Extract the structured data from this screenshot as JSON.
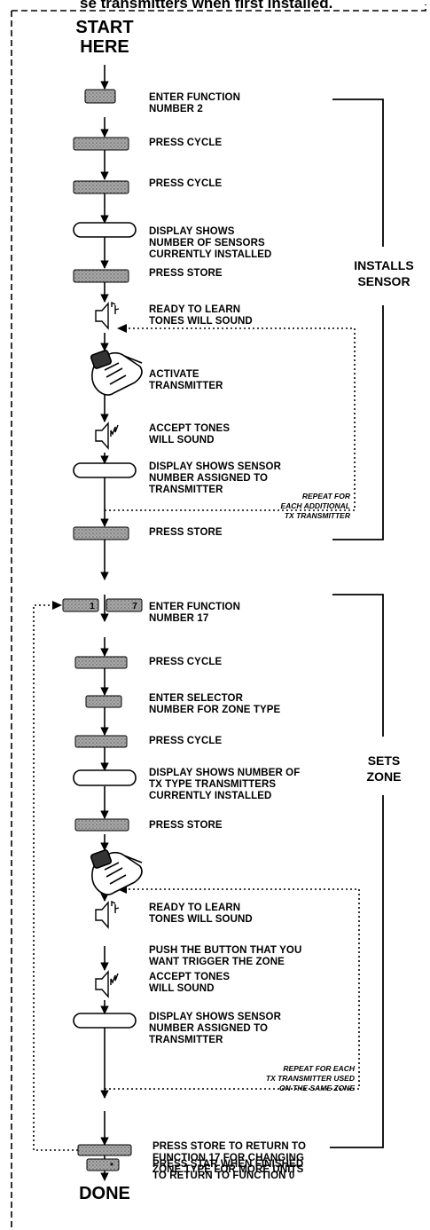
{
  "header": "se transmitters when first installed.",
  "start": "START\nHERE",
  "done": "DONE",
  "sections": {
    "installs": "INSTALLS\nSENSOR",
    "sets": "SETS\nZONE"
  },
  "steps": [
    "ENTER FUNCTION\nNUMBER 2",
    "PRESS CYCLE",
    "PRESS CYCLE",
    "DISPLAY SHOWS\nNUMBER OF SENSORS\nCURRENTLY INSTALLED",
    "PRESS STORE",
    "READY TO LEARN\nTONES WILL SOUND",
    "ACTIVATE\nTRANSMITTER",
    "ACCEPT TONES\nWILL SOUND",
    "DISPLAY SHOWS SENSOR\nNUMBER ASSIGNED TO\nTRANSMITTER",
    "PRESS STORE",
    "ENTER FUNCTION\nNUMBER 17",
    "PRESS CYCLE",
    "ENTER SELECTOR\nNUMBER FOR ZONE TYPE",
    "PRESS CYCLE",
    "DISPLAY SHOWS NUMBER OF\nTX TYPE TRANSMITTERS\nCURRENTLY INSTALLED",
    "PRESS STORE",
    "READY TO LEARN\nTONES WILL SOUND",
    "PUSH THE BUTTON THAT YOU\nWANT TRIGGER THE ZONE",
    "ACCEPT TONES\nWILL SOUND",
    "DISPLAY SHOWS SENSOR\nNUMBER ASSIGNED TO\nTRANSMITTER",
    "PRESS STORE TO RETURN TO\nFUNCTION 17 FOR CHANGING\nZONE TYPE FOR MORE UNITS",
    "PRESS STAR WHEN FINISHED\nTO RETURN TO FUNCTION 0"
  ],
  "notes": {
    "repeat_1": "REPEAT FOR\nEACH ADDITIONAL\nTX TRANSMITTER",
    "repeat_2": "REPEAT FOR EACH\nTX TRANSMITTER USED\nON THE SAME ZONE"
  },
  "keys": {
    "one": "1",
    "seven": "7",
    "star": "*"
  },
  "colors": {
    "ink": "#000000",
    "key_fill": "#9a9a9a",
    "paper": "#ffffff"
  }
}
